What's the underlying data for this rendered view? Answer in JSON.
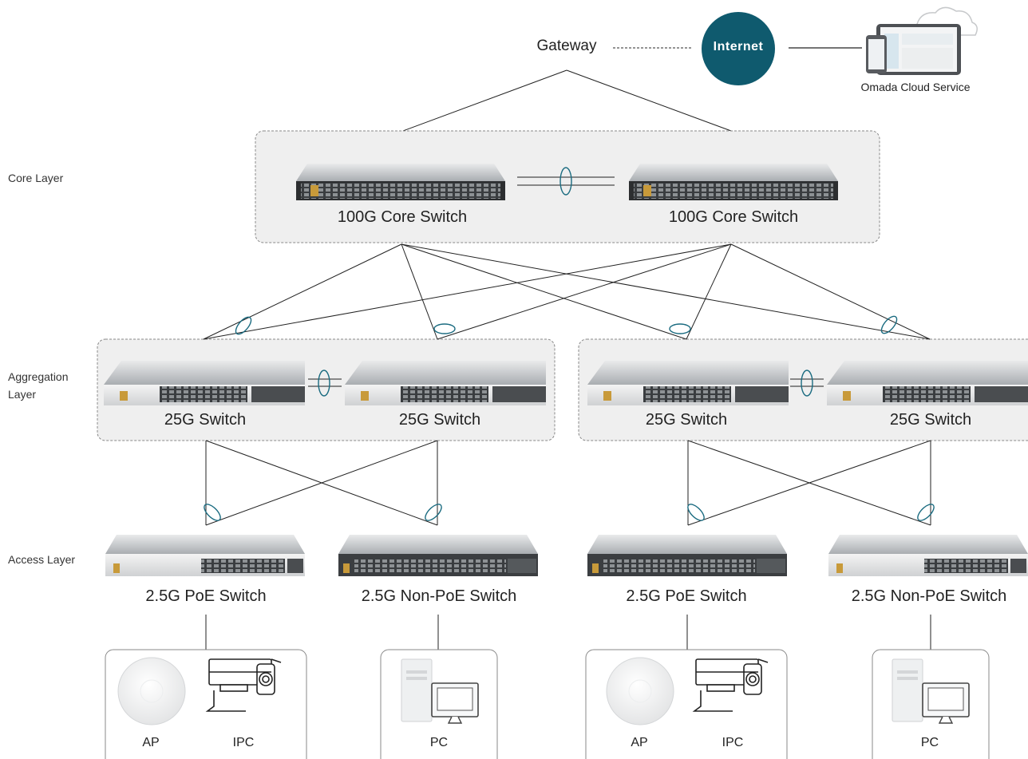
{
  "gateway": "Gateway",
  "internet": "Internet",
  "cloud": "Omada Cloud Service",
  "layers": {
    "core": "Core Layer",
    "aggregation": "Aggregation Layer",
    "access": "Access Layer"
  },
  "core_switches": [
    "100G Core Switch",
    "100G Core Switch"
  ],
  "aggregation_switches": [
    "25G Switch",
    "25G Switch",
    "25G Switch",
    "25G Switch"
  ],
  "access_switches": [
    "2.5G PoE Switch",
    "2.5G Non-PoE Switch",
    "2.5G PoE Switch",
    "2.5G Non-PoE Switch"
  ],
  "end_devices": {
    "ap": "AP",
    "ipc": "IPC",
    "pc": "PC"
  },
  "colors": {
    "internet": "#0f5a6e",
    "lag_oval": "#1a6b80",
    "group_bg": "#efefef",
    "group_border": "#888888"
  }
}
